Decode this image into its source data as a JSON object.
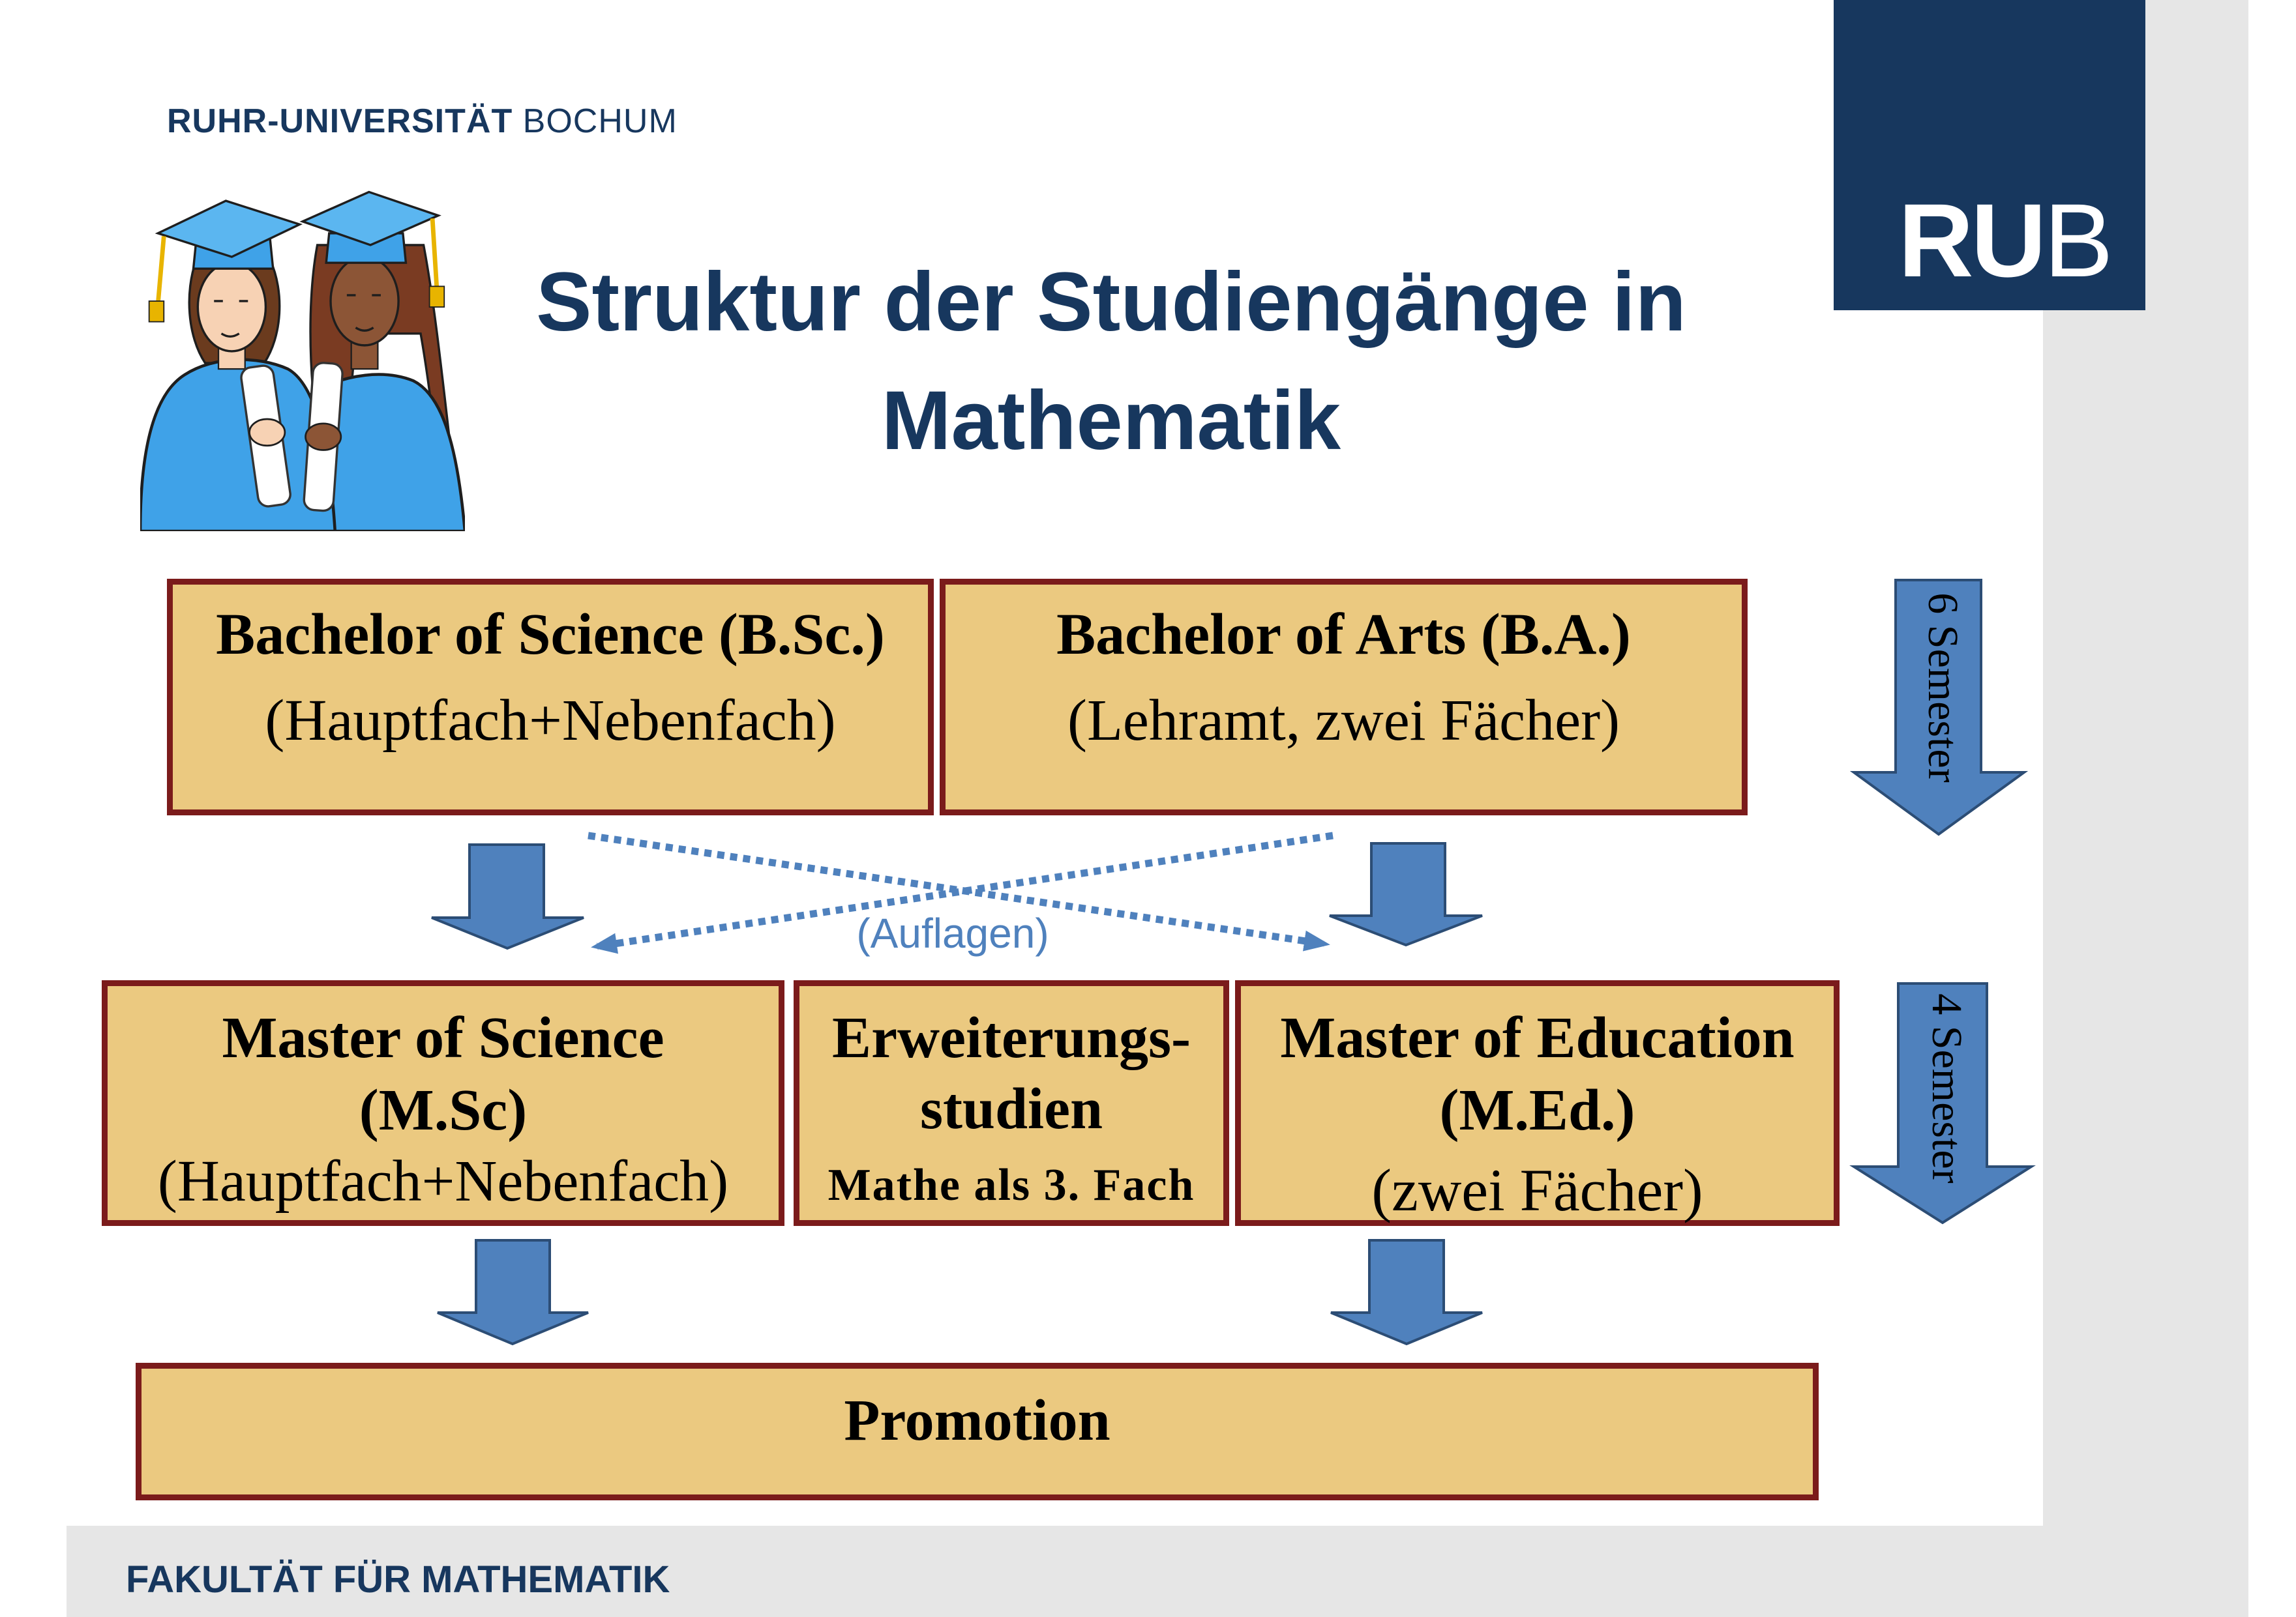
{
  "header": {
    "university_bold": "RUHR-UNIVERSITÄT",
    "university_regular": "BOCHUM"
  },
  "logo": {
    "bold": "RU",
    "light": "B"
  },
  "title": {
    "line1": "Struktur der Studiengänge in",
    "line2": "Mathematik"
  },
  "illustration": {
    "icon": "graduates-illustration"
  },
  "diagram": {
    "bachelor_science": {
      "title": "Bachelor of Science (B.Sc.)",
      "subtitle": "(Hauptfach+Nebenfach)"
    },
    "bachelor_arts": {
      "title": "Bachelor of Arts (B.A.)",
      "subtitle": "(Lehramt, zwei Fächer)"
    },
    "crossover_label": "(Auflagen)",
    "master_science": {
      "title": "Master of Science",
      "abbr": "(M.Sc)",
      "subtitle": "(Hauptfach+Nebenfach)"
    },
    "extension_studies": {
      "title_line1": "Erweiterungs-",
      "title_line2": "studien",
      "subtitle": "Mathe als 3. Fach"
    },
    "master_education": {
      "title": "Master of Education",
      "abbr": "(M.Ed.)",
      "subtitle": "(zwei Fächer)"
    },
    "promotion": {
      "title": "Promotion"
    },
    "durations": {
      "bachelor": "6 Semester",
      "master": "4 Semester"
    },
    "arrow_icon": "down-arrow-icon"
  },
  "footer": {
    "faculty": "FAKULTÄT FÜR MATHEMATIK"
  },
  "colors": {
    "brand_navy": "#17375e",
    "box_fill": "#ebc980",
    "box_border": "#7b1b1b",
    "arrow_fill": "#4f81bd",
    "background_gray": "#e6e6e6"
  }
}
